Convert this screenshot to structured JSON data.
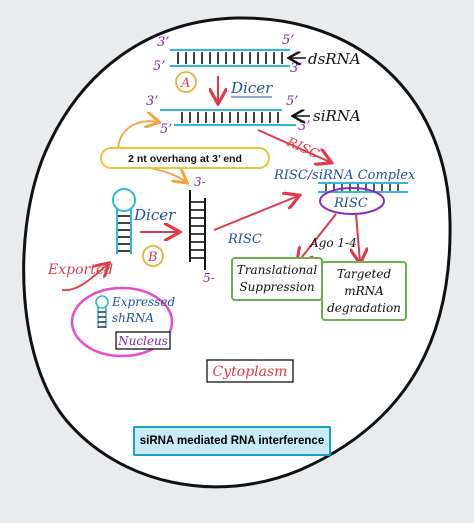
{
  "labels": {
    "dsrna": "dsRNA",
    "dicer_top": "Dicer",
    "sirna": "siRNA",
    "risc_top": "RISC",
    "overhang": "2 nt overhang at 3’ end",
    "risc_sirna_complex": "RISC/siRNA Complex",
    "risc_box": "RISC",
    "dicer_b": "Dicer",
    "risc_b": "RISC",
    "ago": "Ago 1-4",
    "translational": "Translational",
    "suppression": "Suppression",
    "targeted": "Targeted",
    "mrna": "mRNA",
    "degradation": "degradation",
    "exported": "Exported",
    "expressed": "Expressed",
    "shrna": "shRNA",
    "nucleus": "Nucleus",
    "cytoplasm": "Cytoplasm",
    "step_a": "A",
    "step_b": "B",
    "end3": "3’",
    "end5": "5’",
    "end3_short": "3-",
    "end5_short": "5-"
  },
  "caption": "siRNA mediated RNA interference",
  "colors": {
    "cell_border": "#111111",
    "dicer_text": "#1f4fa8",
    "risc_text": "#e03a4a",
    "arrow_red": "#e03a4a",
    "arrow_orange": "#f2a23c",
    "rna_line": "#30b8d9",
    "step_circle": "#e8b23a",
    "nucleus_ring": "#e84cc9",
    "overhang_box": "#f1c232",
    "outcome_box": "#6ab04c",
    "caption_fill": "#c8ecf6",
    "caption_border": "#1e9dc9"
  }
}
